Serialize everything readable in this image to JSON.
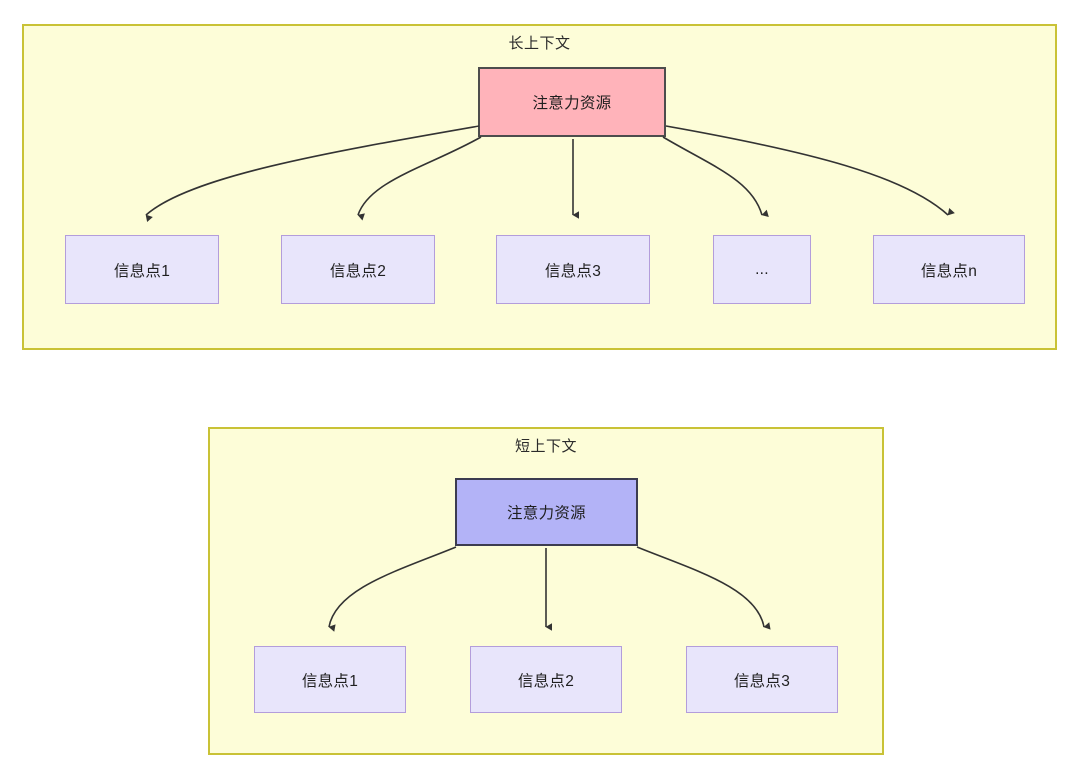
{
  "diagram": {
    "type": "flow-diagram",
    "background": "#ffffff",
    "panel_fill": "#fdfdd8",
    "panel_stroke": "#c9c236",
    "panels": [
      {
        "id": "long-context",
        "title": "长上下文",
        "root": {
          "label": "注意力资源",
          "fill": "#ffb3ba",
          "stroke": "#4d4d4d"
        },
        "children": [
          {
            "label": "信息点1"
          },
          {
            "label": "信息点2"
          },
          {
            "label": "信息点3"
          },
          {
            "label": "..."
          },
          {
            "label": "信息点n"
          }
        ],
        "child_fill": "#e8e5fb",
        "child_stroke": "#b39ddb"
      },
      {
        "id": "short-context",
        "title": "短上下文",
        "root": {
          "label": "注意力资源",
          "fill": "#b3b3f7",
          "stroke": "#3c3c50"
        },
        "children": [
          {
            "label": "信息点1"
          },
          {
            "label": "信息点2"
          },
          {
            "label": "信息点3"
          }
        ],
        "child_fill": "#e8e5fb",
        "child_stroke": "#b39ddb"
      }
    ]
  }
}
